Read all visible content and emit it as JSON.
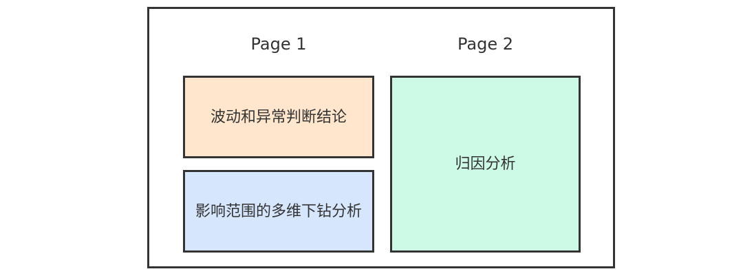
{
  "pages": [
    {
      "label": "Page 1",
      "boxes": [
        {
          "text": "波动和异常判断结论",
          "color": "#FFE6CC"
        },
        {
          "text": "影响范围的多维下钻分析",
          "color": "#D6E6FC"
        }
      ]
    },
    {
      "label": "Page 2",
      "boxes": [
        {
          "text": "归因分析",
          "color": "#CCFAE6"
        }
      ]
    }
  ],
  "colors": {
    "border": "#333333",
    "text": "#333333",
    "background": "#FFFFFF"
  }
}
